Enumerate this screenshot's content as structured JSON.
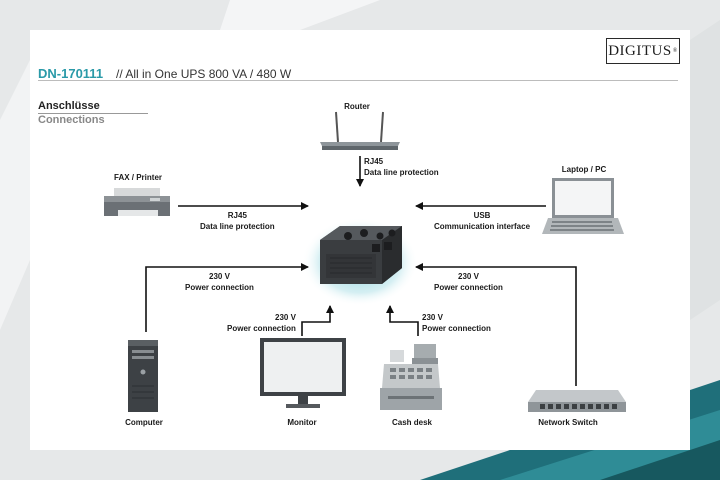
{
  "header": {
    "logo": "DIGITUS",
    "logo_mark": "®",
    "product_id": "DN-170111",
    "product_title": "//  All in One UPS 800 VA / 480 W"
  },
  "section": {
    "title_de": "Anschlüsse",
    "title_en": "Connections"
  },
  "devices": {
    "router": "Router",
    "fax": "FAX / Printer",
    "laptop": "Laptop / PC",
    "computer": "Computer",
    "monitor": "Monitor",
    "cashdesk": "Cash desk",
    "switch": "Network Switch"
  },
  "connections": {
    "router": [
      "RJ45",
      "Data line protection"
    ],
    "fax": [
      "RJ45",
      "Data line protection"
    ],
    "laptop": [
      "USB",
      "Communication interface"
    ],
    "computer": [
      "230 V",
      "Power connection"
    ],
    "switch": [
      "230 V",
      "Power connection"
    ],
    "monitor": [
      "230 V",
      "Power connection"
    ],
    "cashdesk": [
      "230 V",
      "Power connection"
    ]
  }
}
